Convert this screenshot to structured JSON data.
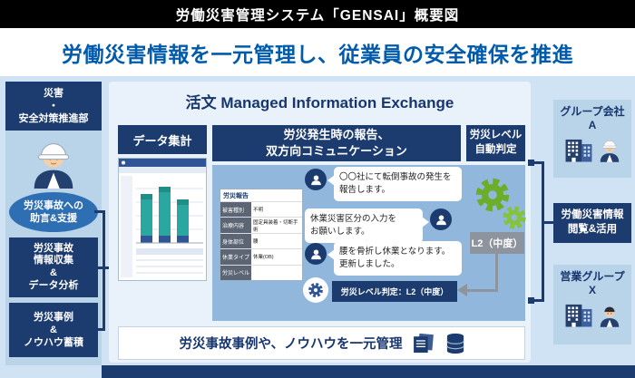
{
  "top_bar": {
    "title": "労働災害管理システム「GENSAI」概要図"
  },
  "headline": {
    "text": "労働災害情報を一元管理し、従業員の安全確保を推進"
  },
  "left_panel": {
    "department": "災害\n・\n安全対策推進部",
    "support": "労災事故への\n助言&支援",
    "collect": "労災事故\n情報収集\n&\nデータ分析",
    "knowhow": "労災事例\n&\nノウハウ蓄積"
  },
  "center": {
    "title": "活文 Managed Information Exchange",
    "data_agg": "データ集計",
    "report_header": "労災発生時の報告、\n双方向コミュニケーション",
    "level_header": "労災レベル\n自動判定",
    "level_value": "L2（中度）",
    "judgment": "労災レベル判定：L2（中度）",
    "management_bar": "労災事故事例や、ノウハウを一元管理",
    "chat": {
      "bubble1": "〇〇社にて転倒事故の発生を\n報告します。",
      "bubble2": "休業災害区分の入力を\nお願いします。",
      "bubble3": "腰を骨折し休業となります。\n更新しました。"
    },
    "form": {
      "title": "労災報告",
      "rows": [
        {
          "label": "被害種別",
          "value": "不明"
        },
        {
          "label": "治療内容",
          "value": "固定具装着・切断手術"
        },
        {
          "label": "身体部位",
          "value": "腰"
        },
        {
          "label": "休業タイプ",
          "value": "休業(OB)"
        },
        {
          "label": "労災レベル",
          "value": ""
        }
      ]
    }
  },
  "right_panel": {
    "group_a": "グループ会社\nA",
    "view_use": "労働災害情報\n閲覧&活用",
    "group_x": "営業グループ\nX"
  },
  "colors": {
    "navy": "#1c3b6e",
    "headline_blue": "#005bac",
    "accent_blue": "#2e6fb4",
    "chat_blue": "#92b7dc",
    "gear_green": "#6cae2a",
    "level_gray": "#8d949e"
  }
}
